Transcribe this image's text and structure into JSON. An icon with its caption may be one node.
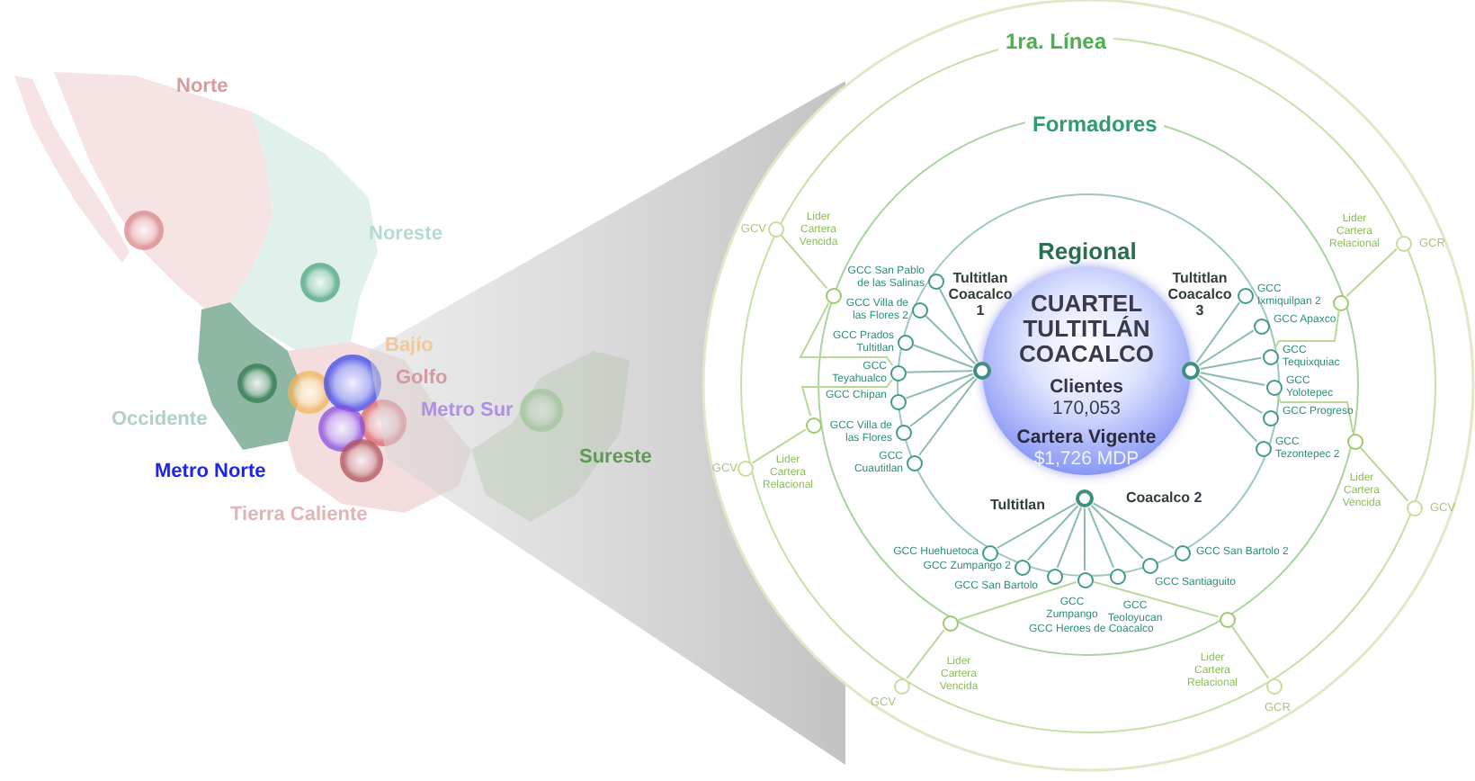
{
  "diagram": {
    "nodes": [
      {
        "text": [
          "CUARTEL TULTITLÁN COACALCO",
          "Clientes",
          "170,053",
          "Cartera Vigente",
          "$1,726 MDP"
        ]
      },
      {
        "text": [],
        "shape": "circle"
      },
      {
        "text": [],
        "shape": "circle"
      },
      {
        "text": [],
        "shape": "circle"
      },
      {
        "text": [],
        "shape": "circle",
        "beside": [
          "GCC San Pablo de las Salinas"
        ]
      },
      {
        "text": [],
        "shape": "circle",
        "beside": [
          "GCC Villa de las Flores 2"
        ]
      },
      {
        "text": [],
        "shape": "circle",
        "beside": [
          "GCC Prados Tultitlan"
        ]
      },
      {
        "text": [],
        "shape": "circle",
        "beside": [
          "GCC Teyahualco"
        ]
      },
      {
        "text": [],
        "shape": "circle",
        "beside": [
          "GCC Chipan"
        ]
      },
      {
        "text": [],
        "shape": "circle",
        "beside": [
          "GCC Villa de las Flores"
        ]
      },
      {
        "text": [],
        "shape": "circle",
        "beside": [
          "GCC Cuautitlan"
        ]
      },
      {
        "text": [],
        "shape": "circle",
        "beside": [
          "GCC Ixmiquilpan 2"
        ]
      },
      {
        "text": [],
        "shape": "circle",
        "beside": [
          "GCC Apaxco"
        ]
      },
      {
        "text": [],
        "shape": "circle",
        "beside": [
          "GCC Tequixquiac"
        ]
      },
      {
        "text": [],
        "shape": "circle",
        "beside": [
          "GCC Yolotepec"
        ]
      },
      {
        "text": [],
        "shape": "circle",
        "beside": [
          "GCC Progreso"
        ]
      },
      {
        "text": [],
        "shape": "circle",
        "beside": [
          "GCC Tezontepec 2"
        ]
      },
      {
        "text": [],
        "shape": "circle",
        "beside": [
          "GCC Huehuetoca"
        ]
      },
      {
        "text": [],
        "shape": "circle",
        "beside": [
          "GCC Zumpango 2"
        ]
      },
      {
        "text": [],
        "shape": "circle",
        "beside": [
          "GCC San Bartolo"
        ]
      },
      {
        "text": [],
        "shape": "circle",
        "beside": [
          "GCC Zumpango"
        ]
      },
      {
        "text": [],
        "shape": "circle",
        "beside": [
          "GCC Teoloyucan"
        ]
      },
      {
        "text": [],
        "shape": "circle",
        "beside": [
          "GCC Santiaguito"
        ]
      },
      {
        "text": [],
        "shape": "circle",
        "beside": [
          "GCC San Bartolo 2"
        ]
      },
      {
        "text": [],
        "shape": "circle"
      },
      {
        "text": [],
        "shape": "circle"
      },
      {
        "text": [],
        "shape": "circle"
      },
      {
        "text": [],
        "shape": "circle",
        "beside": [
          "Lider Cartera Vencida"
        ]
      },
      {
        "text": [],
        "shape": "circle",
        "beside": [
          "Lider Cartera Vencida"
        ]
      },
      {
        "text": [],
        "shape": "circle",
        "beside": [
          "Lider Cartera Relacional"
        ]
      },
      {
        "text": [],
        "shape": "circle",
        "beside": [
          "GCV"
        ]
      },
      {
        "text": [],
        "shape": "circle",
        "beside": [
          "GCV"
        ]
      },
      {
        "text": [],
        "shape": "circle",
        "beside": [
          "GCR"
        ]
      },
      {
        "text": [],
        "shape": "circle",
        "beside": [
          "GCV"
        ]
      },
      {
        "text": [],
        "shape": "circle",
        "beside": [
          "GCV"
        ]
      },
      {
        "text": [],
        "shape": "circle",
        "beside": [
          "GCR"
        ]
      }
    ],
    "edges": [
      {
        "from": 1,
        "to": 4,
        "arrow": "none"
      },
      {
        "from": 1,
        "to": 5,
        "arrow": "none"
      },
      {
        "from": 1,
        "to": 6,
        "arrow": "none"
      },
      {
        "from": 1,
        "to": 7,
        "arrow": "none"
      },
      {
        "from": 1,
        "to": 8,
        "arrow": "none"
      },
      {
        "from": 1,
        "to": 9,
        "arrow": "none"
      },
      {
        "from": 1,
        "to": 10,
        "arrow": "none"
      },
      {
        "from": 2,
        "to": 11,
        "arrow": "none"
      },
      {
        "from": 2,
        "to": 12,
        "arrow": "none"
      },
      {
        "from": 2,
        "to": 13,
        "arrow": "none"
      },
      {
        "from": 2,
        "to": 14,
        "arrow": "none"
      },
      {
        "from": 2,
        "to": 15,
        "arrow": "none"
      },
      {
        "from": 2,
        "to": 16,
        "arrow": "none"
      },
      {
        "from": 3,
        "to": 17,
        "arrow": "none"
      },
      {
        "from": 3,
        "to": 18,
        "arrow": "none"
      },
      {
        "from": 3,
        "to": 19,
        "arrow": "none"
      },
      {
        "from": 3,
        "to": 20,
        "arrow": "none"
      },
      {
        "from": 3,
        "to": 21,
        "arrow": "none"
      },
      {
        "from": 3,
        "to": 22,
        "arrow": "none"
      },
      {
        "from": 3,
        "to": 23,
        "arrow": "none"
      },
      {
        "from": 30,
        "to": 24,
        "arrow": "none"
      },
      {
        "from": 24,
        "to": 7,
        "arrow": "none"
      },
      {
        "from": 31,
        "to": 25,
        "arrow": "none"
      },
      {
        "from": 25,
        "to": 7,
        "arrow": "none"
      },
      {
        "from": 32,
        "to": 26,
        "arrow": "none"
      },
      {
        "from": 26,
        "to": 13,
        "arrow": "none"
      },
      {
        "from": 33,
        "to": 27,
        "arrow": "none"
      },
      {
        "from": 27,
        "to": 14,
        "arrow": "none"
      },
      {
        "from": 34,
        "to": 28,
        "arrow": "none"
      },
      {
        "from": 28,
        "to": 20,
        "arrow": "none"
      },
      {
        "from": 35,
        "to": 29,
        "arrow": "none"
      },
      {
        "from": 29,
        "to": 20,
        "arrow": "none"
      }
    ],
    "labels": [
      "Norte",
      "Noreste",
      "Bajío",
      "Golfo",
      "Occidente",
      "Metro Sur",
      "Metro Norte",
      "Sureste",
      "Tierra Caliente",
      "1ra. Línea",
      "Formadores",
      "Regional",
      "GCC Heroes de Coacalco",
      "Tultitlan Coacalco 1",
      "Tultitlan Coacalco 3",
      "Tultitlan",
      "Coacalco 2",
      "Lider Cartera Vencida",
      "Lider Cartera Relacional",
      "Lider Cartera Relacional"
    ]
  }
}
